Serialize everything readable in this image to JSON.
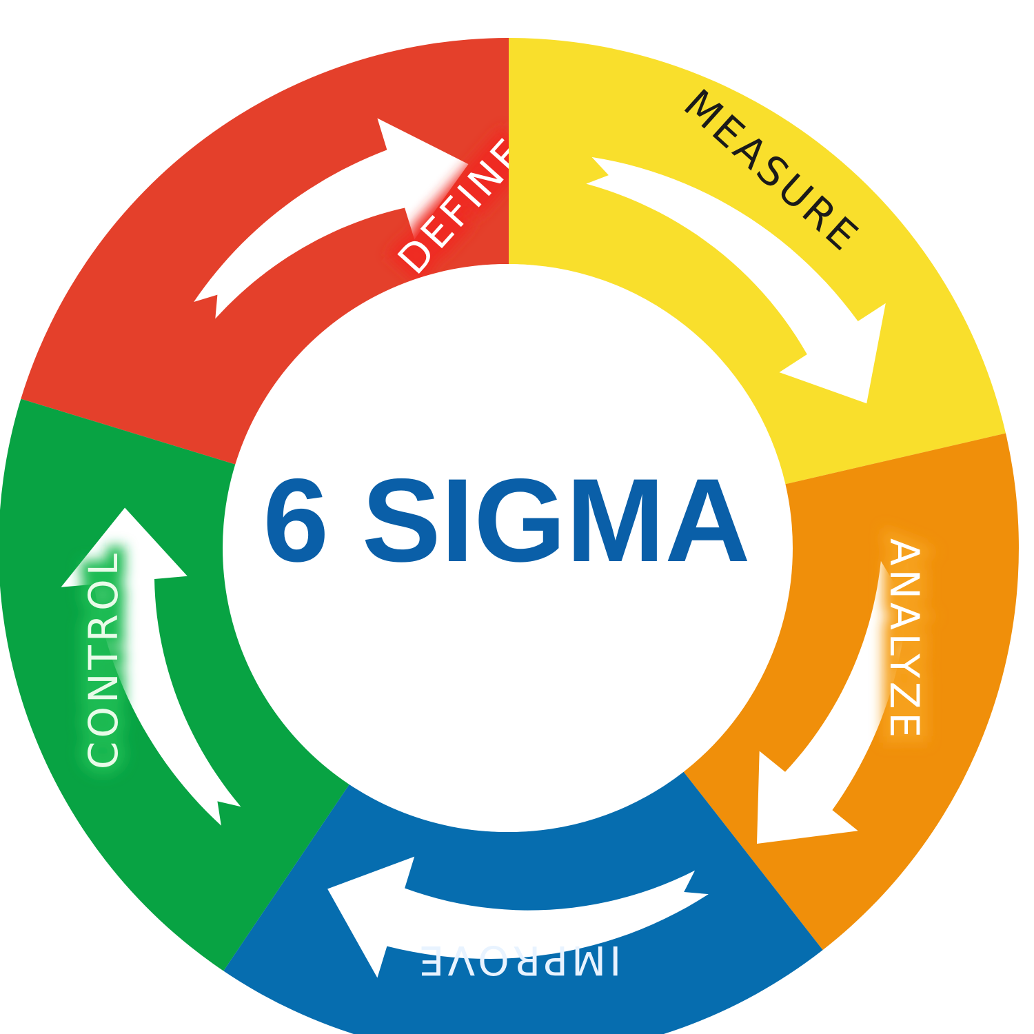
{
  "title": "6 SIGMA",
  "title_color": "#0a5fa8",
  "arrow_color": "#ffffff",
  "segments": [
    {
      "id": "define",
      "label": "DEFINE",
      "color": "#e4402b",
      "label_color": "#ffffff",
      "label_glow": "#ef2a22"
    },
    {
      "id": "measure",
      "label": "MEASURE",
      "color": "#f9df2c",
      "label_color": "#1a1a1a",
      "label_glow": ""
    },
    {
      "id": "analyze",
      "label": "ANALYZE",
      "color": "#f08f0a",
      "label_color": "#ffffff",
      "label_glow": "#f6a11c"
    },
    {
      "id": "improve",
      "label": "IMPROVE",
      "color": "#066daf",
      "label_color": "#e8f3ff",
      "label_glow": ""
    },
    {
      "id": "control",
      "label": "CONTROL",
      "color": "#08a343",
      "label_color": "#e9fbe9",
      "label_glow": "#1cbb52"
    }
  ]
}
